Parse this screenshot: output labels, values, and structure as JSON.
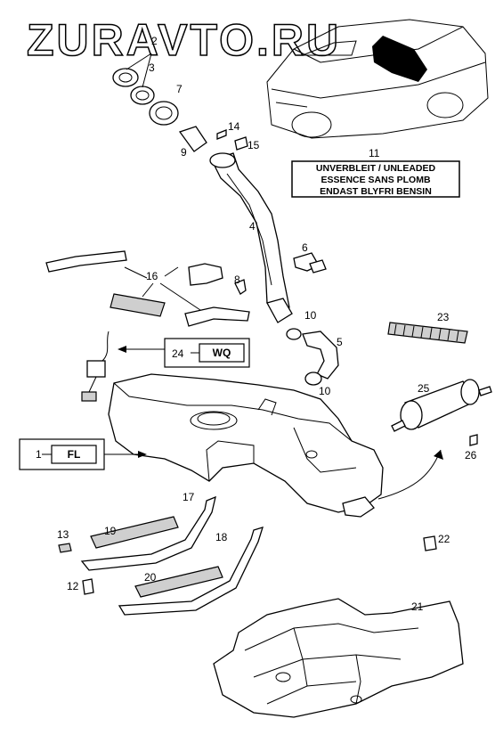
{
  "watermark": "ZURAVTO.RU",
  "fuel_label": {
    "line1": "UNVERBLEIT / UNLEADED",
    "line2": "ESSENCE SANS PLOMB",
    "line3": "ENDAST BLYFRI BENSIN"
  },
  "boxes": {
    "fl": "FL",
    "wq": "WQ"
  },
  "callouts": {
    "c1": "1",
    "c2": "2",
    "c3": "3",
    "c4": "4",
    "c5": "5",
    "c6": "6",
    "c7": "7",
    "c8": "8",
    "c9": "9",
    "c10a": "10",
    "c10b": "10",
    "c11": "11",
    "c12": "12",
    "c13": "13",
    "c14": "14",
    "c15": "15",
    "c16": "16",
    "c17": "17",
    "c18": "18",
    "c19": "19",
    "c20": "20",
    "c21": "21",
    "c22": "22",
    "c23": "23",
    "c24": "24",
    "c25": "25",
    "c26": "26"
  }
}
